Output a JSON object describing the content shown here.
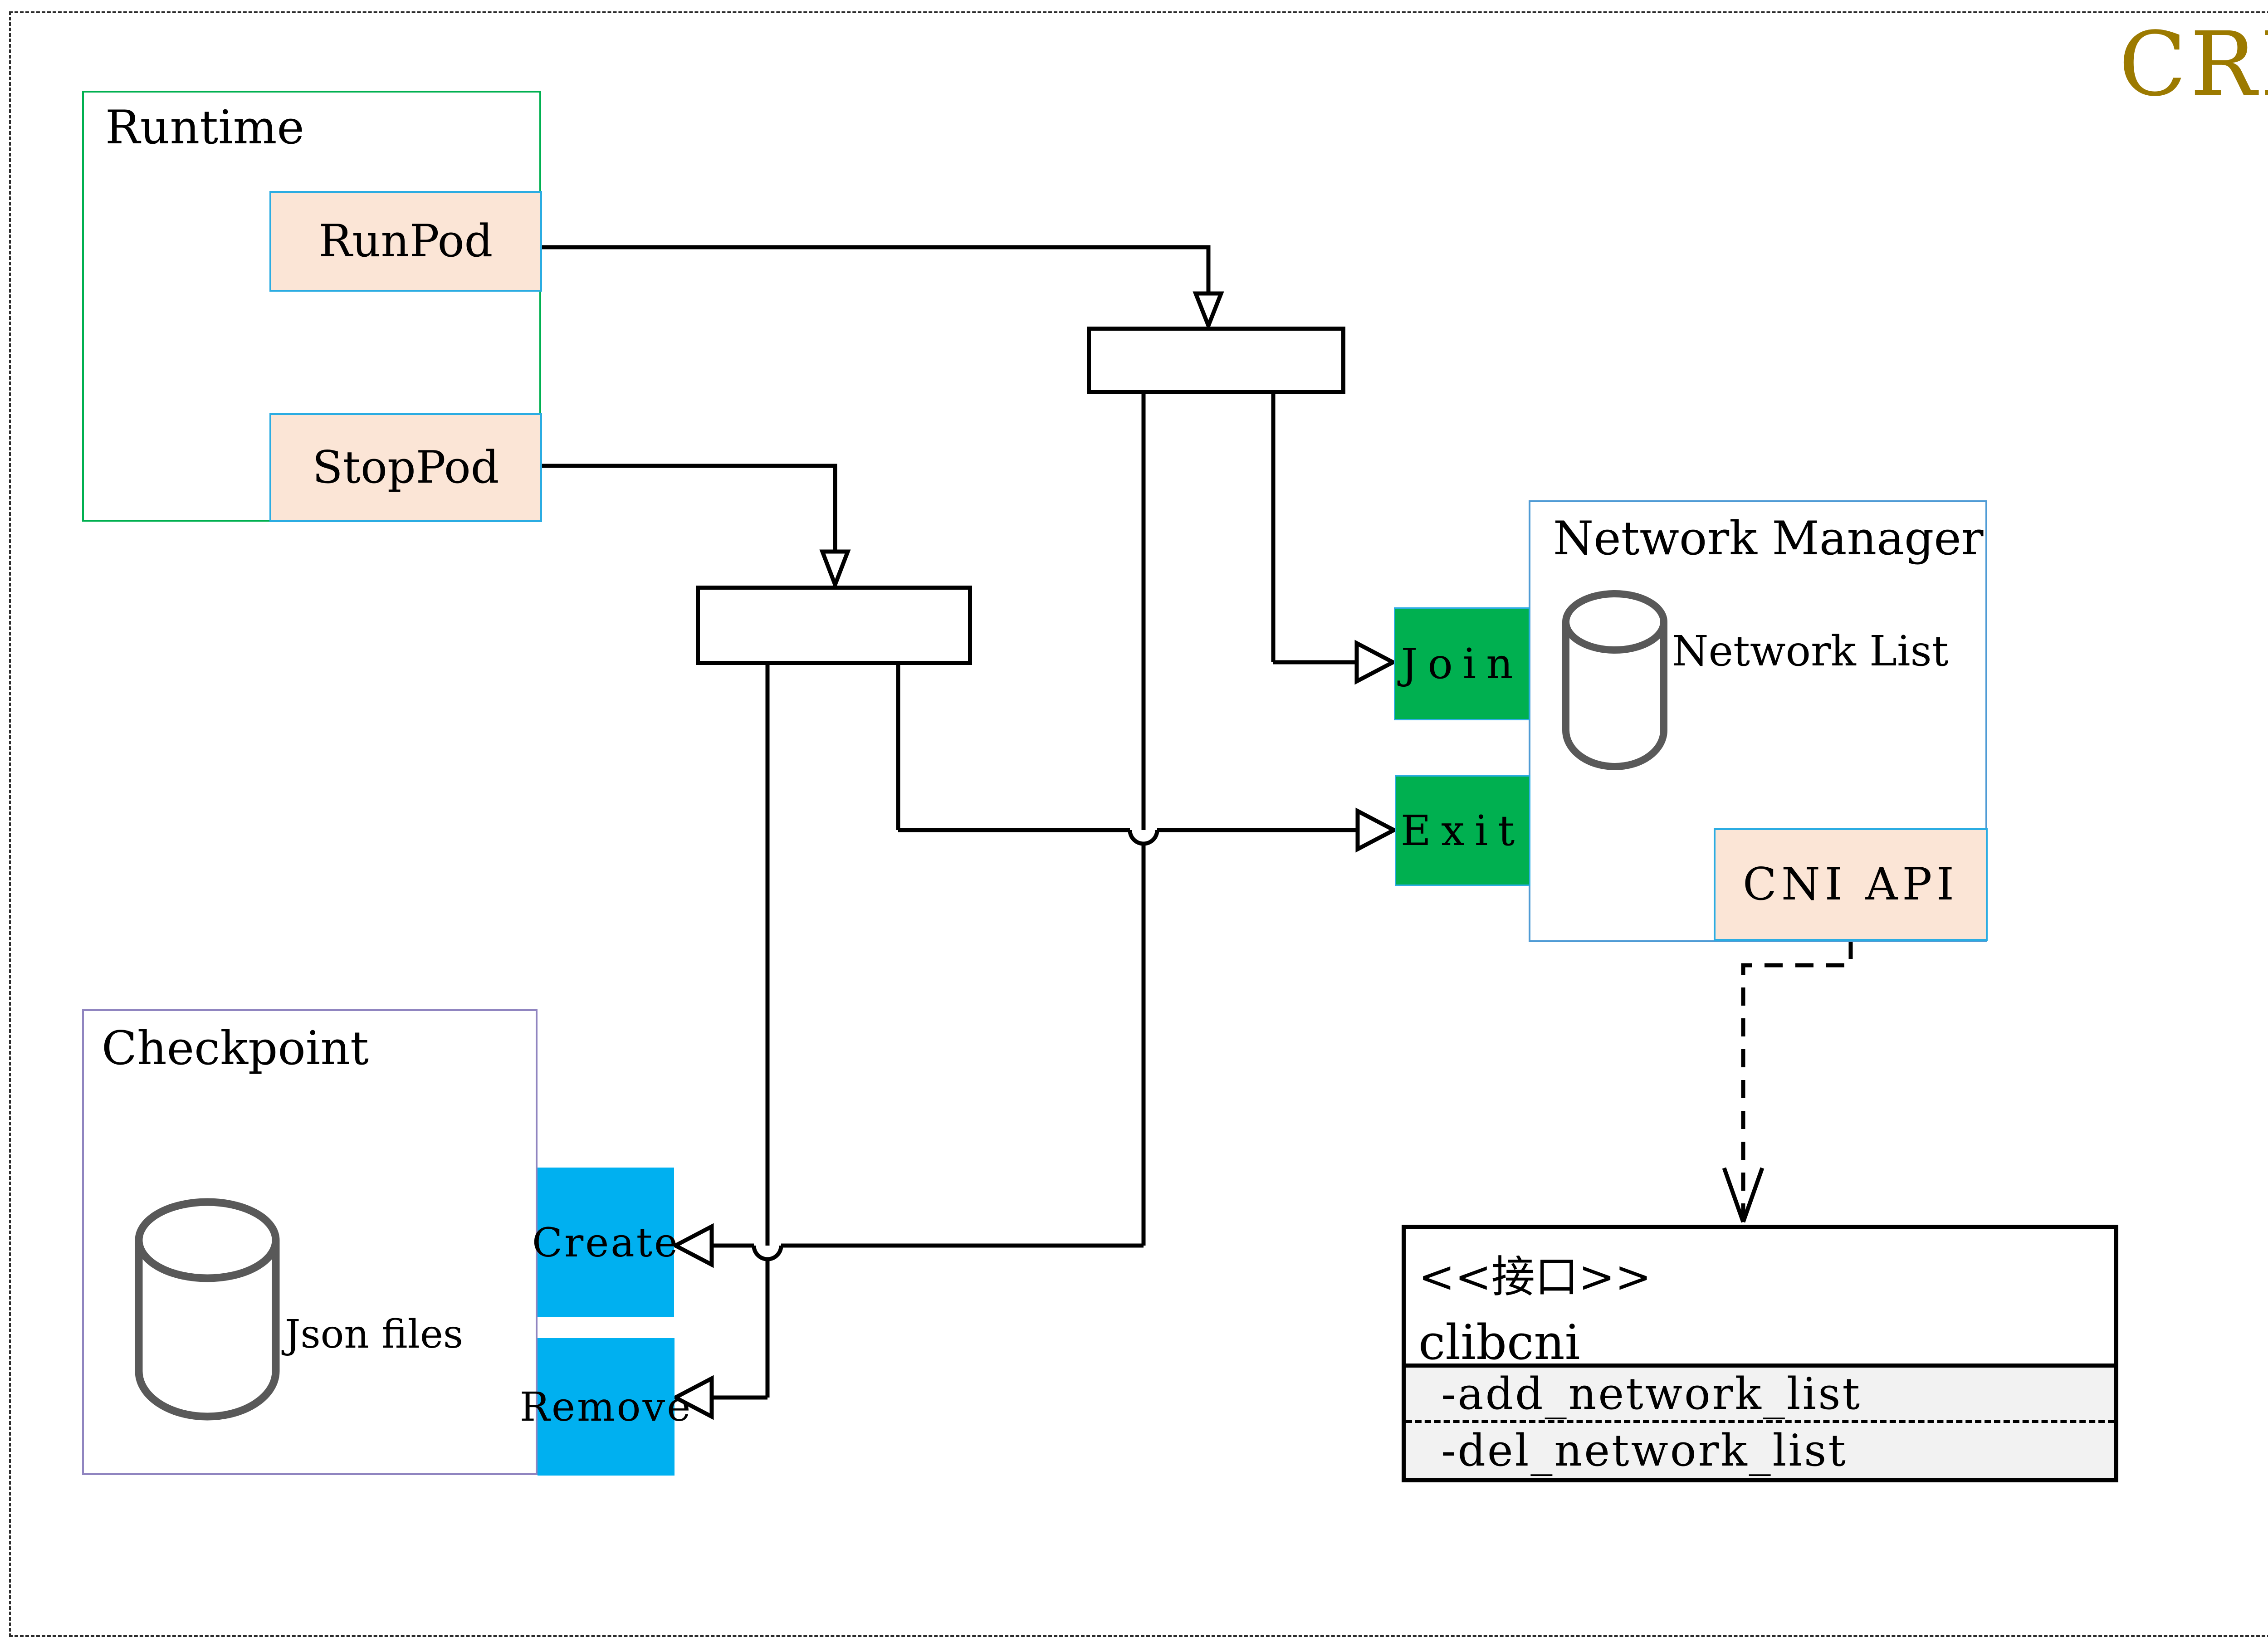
{
  "page": {
    "title": "CRI"
  },
  "runtime": {
    "label": "Runtime",
    "runpod": "RunPod",
    "stoppod": "StopPod"
  },
  "network_manager": {
    "label": "Network Manager",
    "network_list": "Network List",
    "join": "Join",
    "exit": "Exit",
    "cni_api": "CNI API"
  },
  "checkpoint": {
    "label": "Checkpoint",
    "json_files": "Json files",
    "create": "Create",
    "remove": "Remove"
  },
  "clibcni": {
    "stereotype": "<<接口>>",
    "name": "clibcni",
    "methods": [
      "-add_network_list",
      "-del_network_list"
    ]
  },
  "colors": {
    "accent_gold": "#9C7A00",
    "runtime_border": "#00B050",
    "pod_fill": "#FBE5D6",
    "pod_border": "#2BACE2",
    "manager_border": "#4F9BD5",
    "checkpoint_border": "#9085C0",
    "green_fill": "#00B050",
    "blue_fill": "#00B0F0",
    "methods_fill": "#F2F2F2",
    "cylinder_stroke": "#595959",
    "connector": "#000000"
  }
}
